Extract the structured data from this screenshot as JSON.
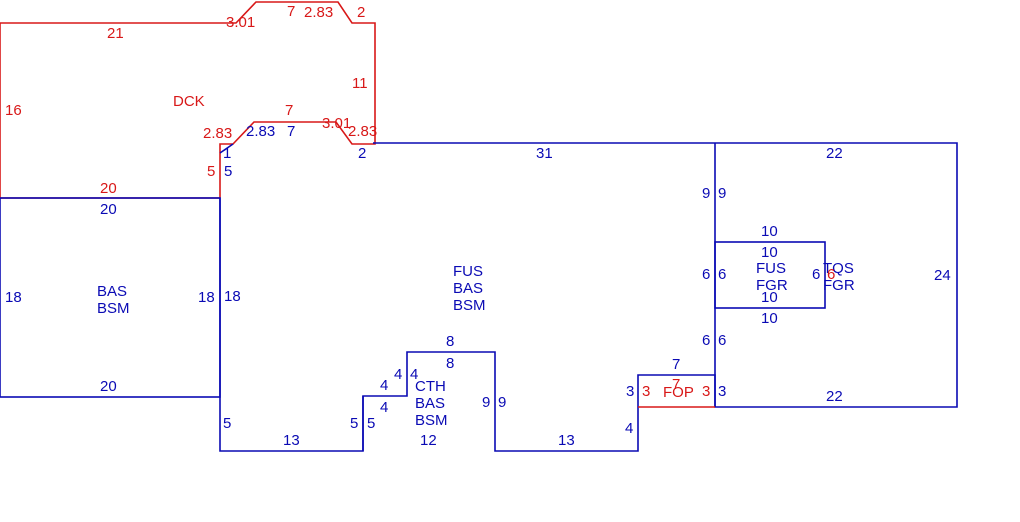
{
  "colors": {
    "blue": "#0a0ab4",
    "red": "#d81818"
  },
  "areas": {
    "dck": "DCK",
    "bas_left": [
      "BAS",
      "BSM"
    ],
    "main": [
      "FUS",
      "BAS",
      "BSM"
    ],
    "cth": [
      "CTH",
      "BAS",
      "BSM"
    ],
    "fgr": [
      "FUS",
      "FGR"
    ],
    "tqs": [
      "TQS",
      "FGR"
    ],
    "fop": "FOP"
  },
  "dims": {
    "dck_top_left": "3.01",
    "dck_top_mid": "7",
    "dck_top_diag": "2.83",
    "dck_top_right": "2",
    "dck_top_run": "21",
    "dck_left": "16",
    "dck_right": "11",
    "dck_bottom": "20",
    "dck_inner_7": "7",
    "dck_inner_301": "3.01",
    "dck_inner_283": "2.83",
    "dck_inner_5": "5",
    "dck_inner_right": "2.83",
    "bas_top": "20",
    "bas_bottom": "20",
    "bas_left": "18",
    "bas_right_outer": "18",
    "main_left": "18",
    "main_1": "1",
    "main_5": "5",
    "main_283": "2.83",
    "main_7": "7",
    "main_2": "2",
    "main_top": "31",
    "main_bot_5": "5",
    "main_bot_13a": "13",
    "main_bot_13b": "13",
    "main_bot_4": "4",
    "cth_8_out": "8",
    "cth_8_in": "8",
    "cth_4a_out": "4",
    "cth_4a_in": "4",
    "cth_4b_out": "4",
    "cth_4b_in": "4",
    "cth_5_out": "5",
    "cth_5_in": "5",
    "cth_9_in": "9",
    "cth_9_out": "9",
    "cth_12": "12",
    "right_9a": "9",
    "right_9b": "9",
    "right_22_top": "22",
    "right_22_bottom": "22",
    "right_24": "24",
    "right_6a": "6",
    "right_6b": "6",
    "right_6c": "6",
    "right_6d": "6",
    "right_3": "3",
    "fgr_10_a": "10",
    "fgr_10_b": "10",
    "fgr_10_c": "10",
    "fgr_10_d": "10",
    "fgr_6_right": "6",
    "fgr_6_red": "6",
    "fop_3_blue": "3",
    "fop_3_red": "3",
    "fop_7_blue": "7",
    "fop_7_red": "7",
    "fop_3_right": "3"
  }
}
